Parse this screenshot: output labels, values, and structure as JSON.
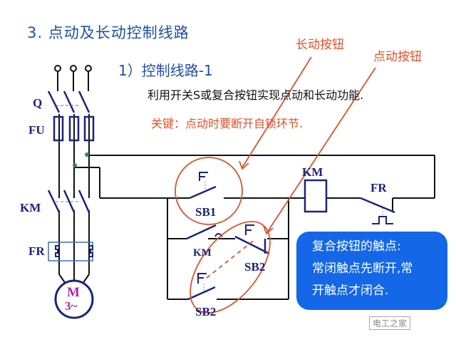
{
  "title": "3.  点动及长动控制线路",
  "subtitle": "1）控制线路-1",
  "description": "利用开关S或复合按钮实现点动和长动功能.",
  "key_point": "关键：点动时要断开自锁环节.",
  "annotations": {
    "long_button": "长动按钮",
    "jog_button": "点动按钮"
  },
  "labels": {
    "q": "Q",
    "fu": "FU",
    "km_main": "KM",
    "fr_main": "FR",
    "motor_m": "M",
    "motor_phase": "3~",
    "sb1": "SB1",
    "km_coil": "KM",
    "fr_contact": "FR",
    "km_aux": "KM",
    "sb2_top": "SB2",
    "sb2_bottom": "SB2"
  },
  "note": {
    "line1": "复合按钮的触点:",
    "line2": "常闭触点先断开,常",
    "line3": "开触点才闭合."
  },
  "watermark": "电工之家",
  "colors": {
    "title": "#1f4fa8",
    "accent_red": "#e0502a",
    "component_blue": "#1a237e",
    "note_bg": "#1467e6"
  }
}
